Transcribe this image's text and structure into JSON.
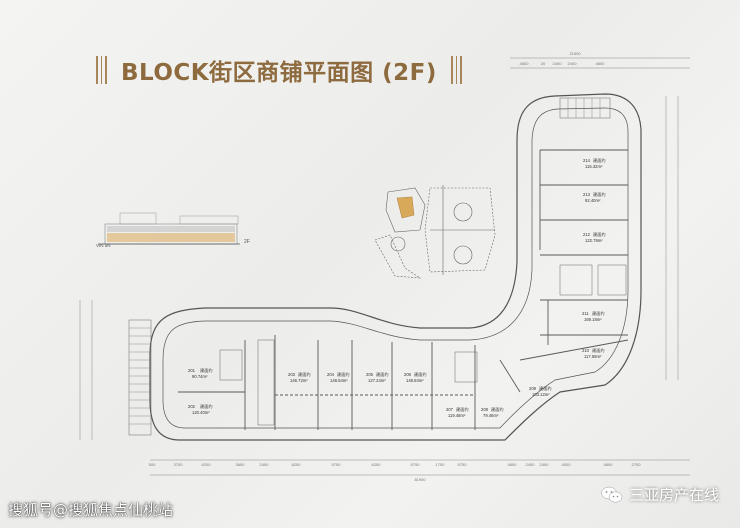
{
  "title": "BLOCK街区商铺平面图 (2F)",
  "floor_tag": "2F",
  "section_label": "VIN 5N",
  "units": [
    {
      "id": "201",
      "label": "建面约",
      "area": "90.74m²"
    },
    {
      "id": "202",
      "label": "建面约",
      "area": "120.40m²"
    },
    {
      "id": "203",
      "label": "建面约",
      "area": "146.72m²"
    },
    {
      "id": "204",
      "label": "建面约",
      "area": "148.54m²"
    },
    {
      "id": "205",
      "label": "建面约",
      "area": "127.24m²"
    },
    {
      "id": "206",
      "label": "建面约",
      "area": "148.84m²"
    },
    {
      "id": "207",
      "label": "建面约",
      "area": "119.48m²"
    },
    {
      "id": "208",
      "label": "建面约",
      "area": "79.46m²"
    },
    {
      "id": "209",
      "label": "建面约",
      "area": "103.12m²"
    },
    {
      "id": "210",
      "label": "建面约",
      "area": "117.59m²"
    },
    {
      "id": "211",
      "label": "建面约",
      "area": "169.18m²"
    },
    {
      "id": "212",
      "label": "建面约",
      "area": "122.79m²"
    },
    {
      "id": "213",
      "label": "建面约",
      "area": "92.40m²"
    },
    {
      "id": "214",
      "label": "建面约",
      "area": "115.32m²"
    }
  ],
  "dims_bottom": [
    "500",
    "3700",
    "6200",
    "3600",
    "2400",
    "8250",
    "5750",
    "6250",
    "5750",
    "1750",
    "5750",
    "4800",
    "2400",
    "2400",
    "4000",
    "4800",
    "2700"
  ],
  "dims_top": [
    "4800",
    "20",
    "2400",
    "2400",
    "4800"
  ],
  "dim_total_bottom": "81900",
  "dim_total_top": "21500",
  "watermark_left": "搜狐号@搜狐焦点仙桃站",
  "watermark_right": "三亚房产在线",
  "colors": {
    "title": "#8e6b3f",
    "line": "#5a5a5a",
    "dim": "#777777"
  }
}
